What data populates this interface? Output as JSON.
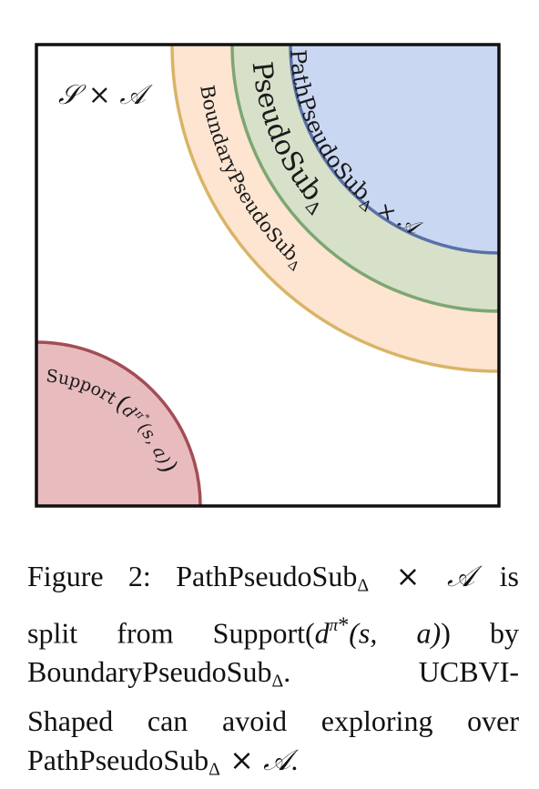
{
  "diagram": {
    "outer_label": "𝒮 × 𝒜",
    "regions": [
      {
        "id": "path",
        "label": "PathPseudoSub",
        "sub": "Δ",
        "suffix": " × 𝒜",
        "fill": "#c9d7f2",
        "stroke": "#5a70a8"
      },
      {
        "id": "pseudo",
        "label": "PseudoSub",
        "sub": "Δ",
        "fill": "#d7e0c9",
        "stroke": "#7ea672"
      },
      {
        "id": "boundary",
        "label": "BoundaryPseudoSub",
        "sub": "Δ",
        "fill": "#fde5d2",
        "stroke": "#d9b467"
      },
      {
        "id": "support",
        "label": "Support",
        "paren_content": "d",
        "sup": "π",
        "supsup": "*",
        "args": "(s, a)",
        "fill": "#e8bcbf",
        "stroke": "#a34d55"
      }
    ]
  },
  "caption": {
    "l1_a": "Figure 2: PathPseudoSub",
    "l1_sub": "Δ",
    "l1_b": " × ",
    "l1_c": "𝒜",
    "l1_d": " is",
    "l2_a": "split from Support(",
    "l2_d": "d",
    "l2_pi": "π",
    "l2_star": "*",
    "l2_args": "(s, a)",
    "l2_b": ") by",
    "l3_a": "BoundaryPseudoSub",
    "l3_sub": "Δ",
    "l3_b": ".  UCBVI-",
    "l4": "Shaped can avoid exploring over",
    "l5_a": "PathPseudoSub",
    "l5_sub": "Δ",
    "l5_b": " × ",
    "l5_c": "𝒜",
    "l5_d": "."
  }
}
